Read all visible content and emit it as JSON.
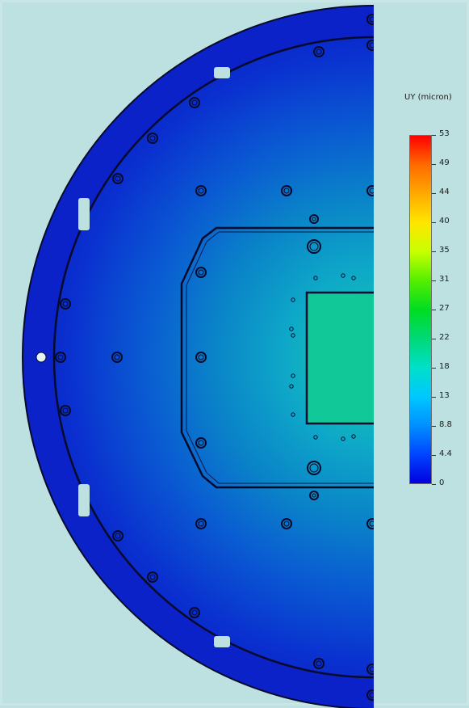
{
  "legend": {
    "title": "UY (micron)",
    "ticks": [
      "53",
      "49",
      "44",
      "40",
      "35",
      "31",
      "27",
      "22",
      "18",
      "13",
      "8.8",
      "4.4",
      "0"
    ],
    "colors": [
      "#ff0000",
      "#ff6a00",
      "#ffaa00",
      "#ffe600",
      "#c8ff00",
      "#55ee00",
      "#00dd22",
      "#00d878",
      "#00e0c8",
      "#00c8ff",
      "#0090ff",
      "#0044ff",
      "#0000e0"
    ],
    "range": [
      0,
      53
    ]
  },
  "model": {
    "flange_color": "#0a22c8",
    "center_color": "#14c8a0",
    "outline_color": "#0a0a1e"
  }
}
